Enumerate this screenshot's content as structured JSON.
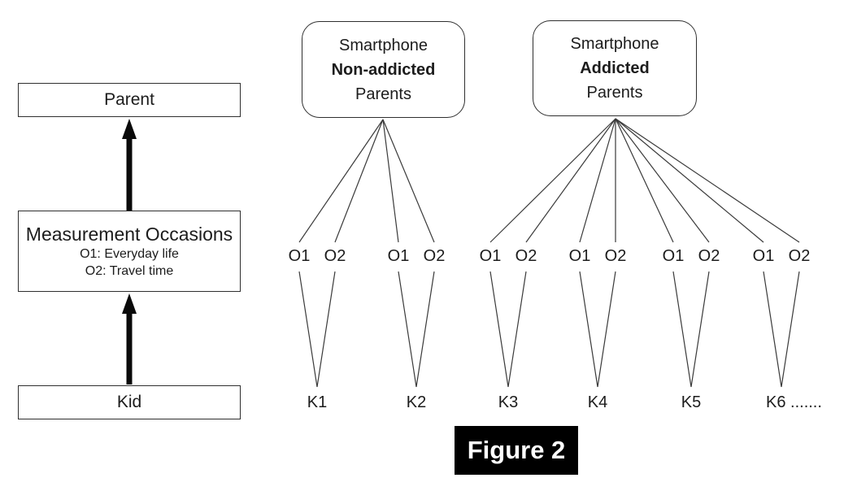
{
  "figure": {
    "caption": "Figure 2"
  },
  "left_panel": {
    "parent_label": "Parent",
    "measurement_title": "Measurement Occasions",
    "measurement_lines": [
      "O1: Everyday life",
      "O2: Travel time"
    ],
    "kid_label": "Kid"
  },
  "groups": [
    {
      "title": [
        "Smartphone",
        "Non-addicted",
        "Parents"
      ],
      "kids": [
        {
          "label": "K1",
          "occasions": [
            "O1",
            "O2"
          ]
        },
        {
          "label": "K2",
          "occasions": [
            "O1",
            "O2"
          ]
        }
      ]
    },
    {
      "title": [
        "Smartphone",
        "Addicted",
        "Parents"
      ],
      "kids": [
        {
          "label": "K3",
          "occasions": [
            "O1",
            "O2"
          ]
        },
        {
          "label": "K4",
          "occasions": [
            "O1",
            "O2"
          ]
        },
        {
          "label": "K5",
          "occasions": [
            "O1",
            "O2"
          ]
        },
        {
          "label": "K6 .......",
          "occasions": [
            "O1",
            "O2"
          ]
        }
      ]
    }
  ],
  "colors": {
    "line": "#3a3a3a",
    "border": "#2f2f2f",
    "arrow": "#0a0a0a",
    "caption_bg": "#000000",
    "caption_text": "#ffffff"
  }
}
